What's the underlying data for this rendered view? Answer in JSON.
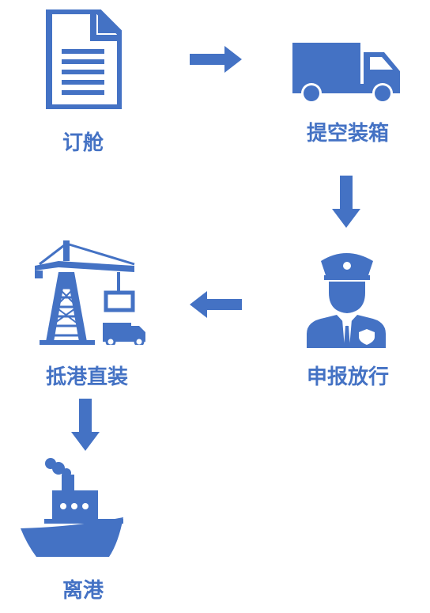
{
  "colors": {
    "accent": "#4472C4",
    "background": "#FFFFFF"
  },
  "steps": [
    {
      "label": "订舱",
      "icon": "document-icon"
    },
    {
      "label": "提空装箱",
      "icon": "truck-icon"
    },
    {
      "label": "申报放行",
      "icon": "customs-officer-icon"
    },
    {
      "label": "抵港直装",
      "icon": "port-crane-icon"
    },
    {
      "label": "离港",
      "icon": "ship-icon"
    }
  ],
  "arrows": [
    "arrow-right-icon",
    "arrow-down-icon",
    "arrow-left-icon",
    "arrow-down-icon"
  ]
}
